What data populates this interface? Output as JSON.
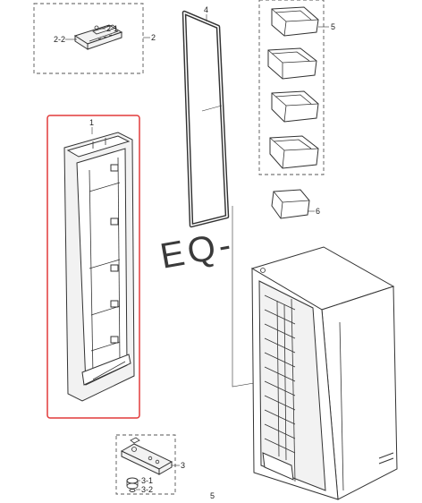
{
  "diagram": {
    "callouts": {
      "door_panel": "1",
      "handle_assembly": "2",
      "handle_sub_1": "2-1",
      "handle_sub_2": "2-2",
      "hinge_assembly": "3",
      "hinge_sub_1": "3-1",
      "hinge_sub_2": "3-2",
      "gasket": "4",
      "shelf_bins": "5",
      "small_bin": "6"
    },
    "page_number": "5",
    "watermark": "EQ-",
    "colors": {
      "highlight_border": "#e23a3a",
      "line_art": "#333333",
      "dashed_box": "#555555"
    }
  }
}
